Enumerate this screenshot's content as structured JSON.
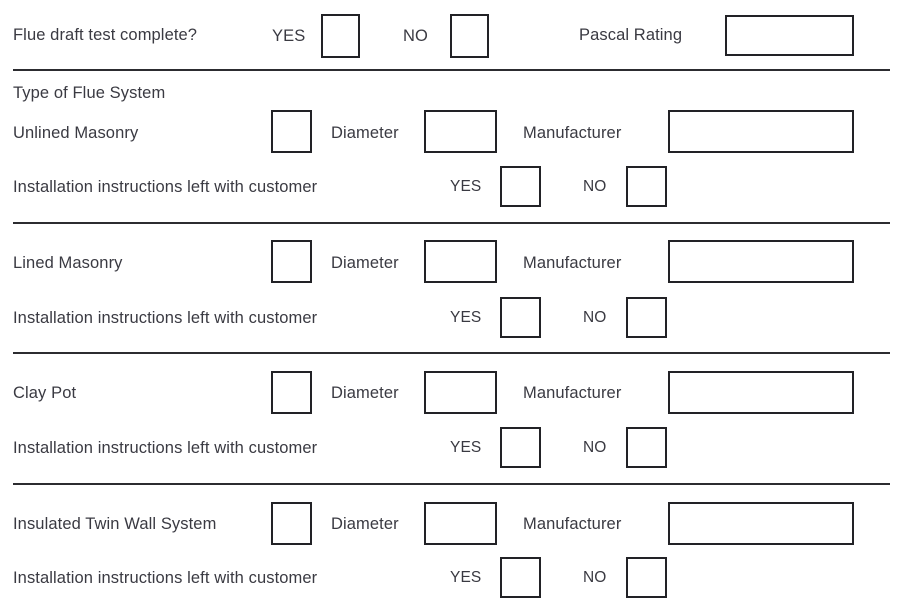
{
  "form": {
    "colors": {
      "background": "#ffffff",
      "text": "#3a3a42",
      "box_border": "#222226",
      "divider": "#2c2c30"
    },
    "header_row": {
      "question": "Flue draft test complete?",
      "yes_label": "YES",
      "no_label": "NO",
      "yes_value": "",
      "no_value": "",
      "pascal_label": "Pascal Rating",
      "pascal_value": ""
    },
    "section_heading": "Type of Flue System",
    "labels": {
      "diameter": "Diameter",
      "manufacturer": "Manufacturer",
      "instructions": "Installation instructions left with customer",
      "yes": "YES",
      "no": "NO"
    },
    "flue_types": [
      {
        "name": "Unlined Masonry",
        "selected": "",
        "diameter_value": "",
        "manufacturer_value": "",
        "instructions_label": "Installation instructions left with customer",
        "instructions_yes_label": "YES",
        "instructions_no_label": "NO",
        "instructions_yes_value": "",
        "instructions_no_value": ""
      },
      {
        "name": "Lined Masonry",
        "selected": "",
        "diameter_value": "",
        "manufacturer_value": "",
        "instructions_label": "Installation instructions left with customer",
        "instructions_yes_label": "YES",
        "instructions_no_label": "NO",
        "instructions_yes_value": "",
        "instructions_no_value": ""
      },
      {
        "name": "Clay Pot",
        "selected": "",
        "diameter_value": "",
        "manufacturer_value": "",
        "instructions_label": "Installation instructions left with customer",
        "instructions_yes_label": "YES",
        "instructions_no_label": "NO",
        "instructions_yes_value": "",
        "instructions_no_value": ""
      },
      {
        "name": "Insulated Twin Wall System",
        "selected": "",
        "diameter_value": "",
        "manufacturer_value": "",
        "instructions_label": "Installation instructions left with customer",
        "instructions_yes_label": "YES",
        "instructions_no_label": "NO",
        "instructions_yes_value": "",
        "instructions_no_value": ""
      }
    ]
  }
}
